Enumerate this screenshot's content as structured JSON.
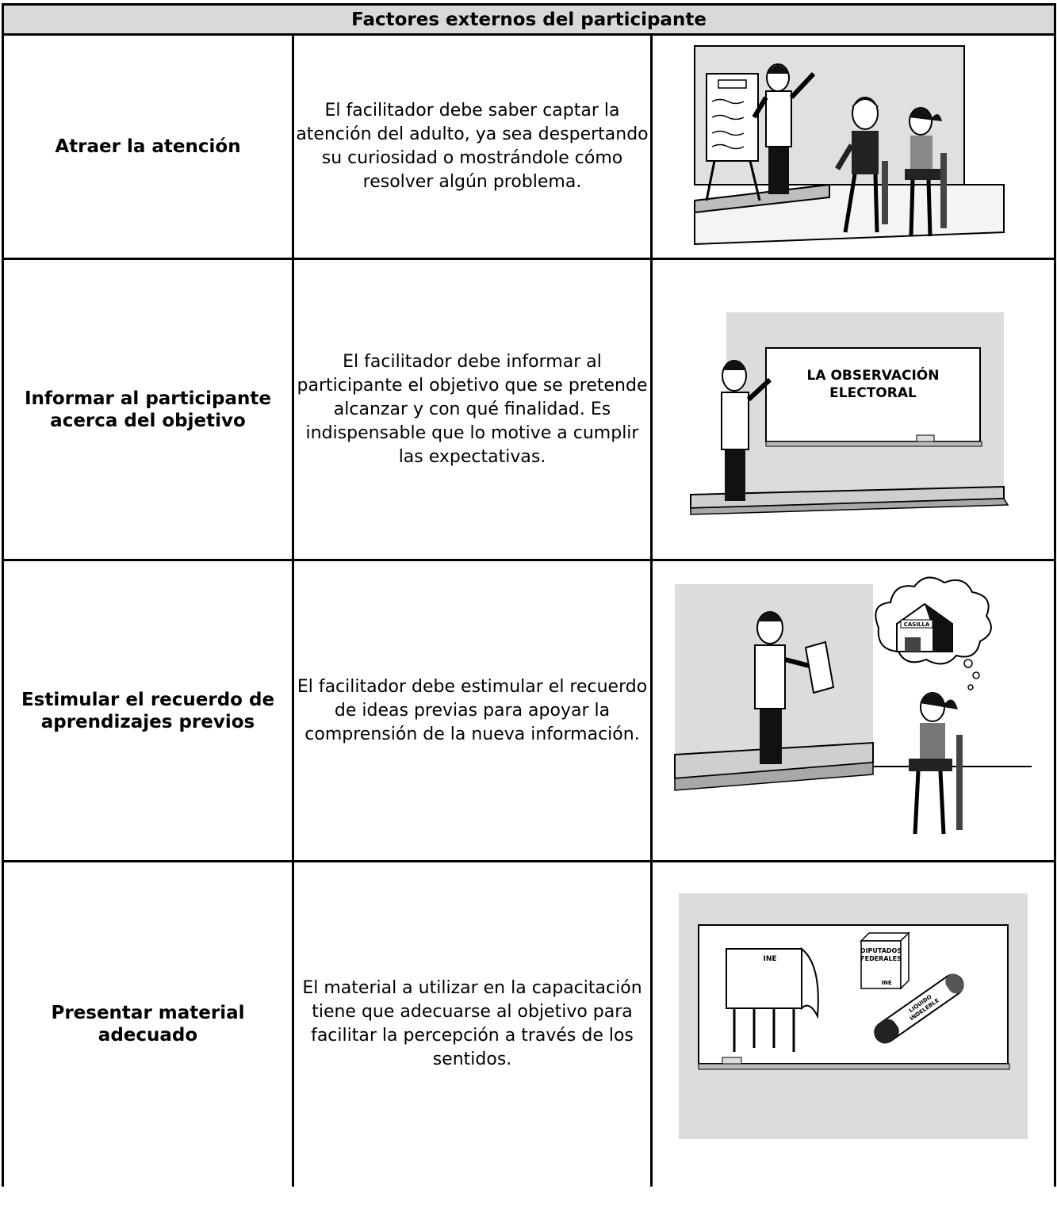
{
  "table": {
    "title": "Factores externos del participante",
    "rows": [
      {
        "factor": "Atraer la atención",
        "description": "El facilitador debe saber captar la atención del adulto, ya sea despertando su curiosidad o mostrándole cómo resolver algún problema.",
        "illustration": "teacher-presenting-flipchart-to-students"
      },
      {
        "factor": "Informar al participante acerca del objetivo",
        "description": "El facilitador debe informar al participante el objetivo que se pretende alcanzar y con qué finalidad. Es indispensable que lo motive a cumplir las expectativas.",
        "illustration": "teacher-pointing-at-whiteboard",
        "board_text": [
          "LA OBSERVACIÓN",
          "ELECTORAL"
        ]
      },
      {
        "factor": "Estimular el recuerdo de aprendizajes previos",
        "description": "El facilitador debe estimular el recuerdo de ideas previas para apoyar la comprensión de la nueva información.",
        "illustration": "student-remembering-polling-station",
        "thought_text": "CASILLA"
      },
      {
        "factor": "Presentar material adecuado",
        "description": "El material a utilizar en la capacitación tiene que adecuarse al objetivo para facilitar la percepción a través de los sentidos.",
        "illustration": "electoral-materials-on-board",
        "booth_logo": "INE",
        "box_text": [
          "DIPUTADOS",
          "FEDERALES"
        ],
        "box_logo": "INE",
        "marker_text": [
          "LIQUIDO",
          "INDELEBLE"
        ]
      }
    ]
  }
}
